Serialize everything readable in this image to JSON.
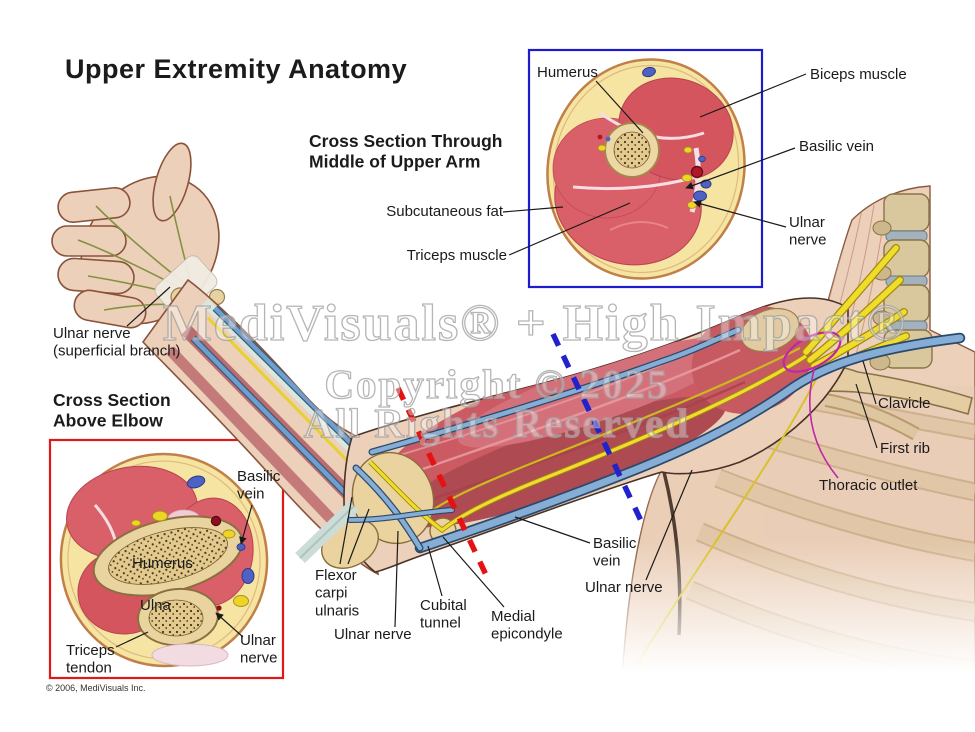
{
  "title": "Upper Extremity Anatomy",
  "watermark": {
    "brand": "MediVisuals® + High Impact®",
    "copyright": "Copyright © 2025",
    "rights": "All Rights Reserved"
  },
  "footnote": "© 2006, MediVisuals Inc.",
  "upper_inset": {
    "heading": "Cross Section Through\nMiddle of Upper Arm",
    "border_color": "#1c1ccc",
    "labels": {
      "humerus": "Humerus",
      "subcutaneous_fat": "Subcutaneous fat",
      "triceps_muscle": "Triceps muscle",
      "biceps_muscle": "Biceps muscle",
      "basilic_vein": "Basilic vein",
      "ulnar_nerve": "Ulnar\nnerve"
    }
  },
  "lower_inset": {
    "heading": "Cross Section\nAbove Elbow",
    "border_color": "#e01818",
    "labels": {
      "basilic_vein": "Basilic\nvein",
      "humerus": "Humerus",
      "ulna": "Ulna",
      "triceps_tendon": "Triceps\ntendon",
      "ulnar_nerve": "Ulnar\nnerve"
    }
  },
  "arm_labels": {
    "ulnar_nerve_superficial": "Ulnar nerve\n(superficial branch)",
    "flexor_carpi_ulnaris": "Flexor\ncarpi\nulnaris",
    "ulnar_nerve_wrist": "Ulnar nerve",
    "cubital_tunnel": "Cubital\ntunnel",
    "medial_epicondyle": "Medial\nepicondyle",
    "basilic_vein": "Basilic\nvein",
    "ulnar_nerve_arm": "Ulnar nerve",
    "clavicle": "Clavicle",
    "first_rib": "First rib",
    "thoracic_outlet": "Thoracic outlet"
  },
  "colors": {
    "section_line_red": "#e51212",
    "section_line_blue": "#2222cc",
    "thoracic_outlet": "#c026a8",
    "skin": "#ecd0ba",
    "muscle": "#cb5a62",
    "fat": "#f5e4a2",
    "bone": "#e7d2a0",
    "nerve": "#eedc2c",
    "vein": "#86aed8",
    "artery": "#a81626",
    "watermark_gray": "#a3a3a3"
  }
}
